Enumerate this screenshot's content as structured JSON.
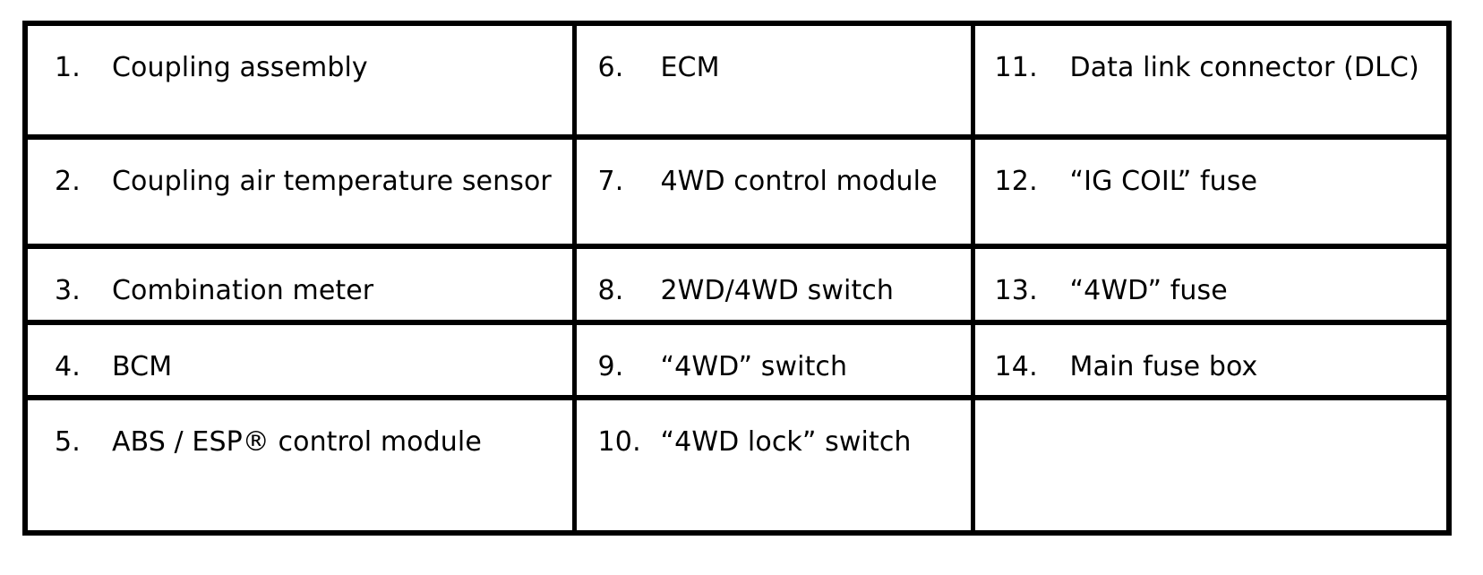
{
  "document": {
    "type": "component-legend-table",
    "columns": 3,
    "rows": 5,
    "text_color": "#000000",
    "background_color": "#ffffff",
    "border_color": "#000000"
  },
  "table": {
    "columns": [
      {
        "id": "column-1",
        "cells": [
          {
            "number": "1.",
            "label": "Coupling assembly"
          },
          {
            "number": "2.",
            "label": "Coupling air temperature sensor"
          },
          {
            "number": "3.",
            "label": "Combination meter"
          },
          {
            "number": "4.",
            "label": "BCM"
          },
          {
            "number": "5.",
            "label": "ABS / ESP® control module"
          }
        ]
      },
      {
        "id": "column-2",
        "cells": [
          {
            "number": "6.",
            "label": "ECM"
          },
          {
            "number": "7.",
            "label": "4WD control module"
          },
          {
            "number": "8.",
            "label": "2WD/4WD switch"
          },
          {
            "number": "9.",
            "label": "“4WD” switch"
          },
          {
            "number": "10.",
            "label": "“4WD lock” switch"
          }
        ]
      },
      {
        "id": "column-3",
        "cells": [
          {
            "number": "11.",
            "label": "Data link connector (DLC)"
          },
          {
            "number": "12.",
            "label": "“IG COIL” fuse"
          },
          {
            "number": "13.",
            "label": "“4WD” fuse"
          },
          {
            "number": "14.",
            "label": "Main fuse box"
          },
          {
            "number": "",
            "label": ""
          }
        ]
      }
    ]
  }
}
